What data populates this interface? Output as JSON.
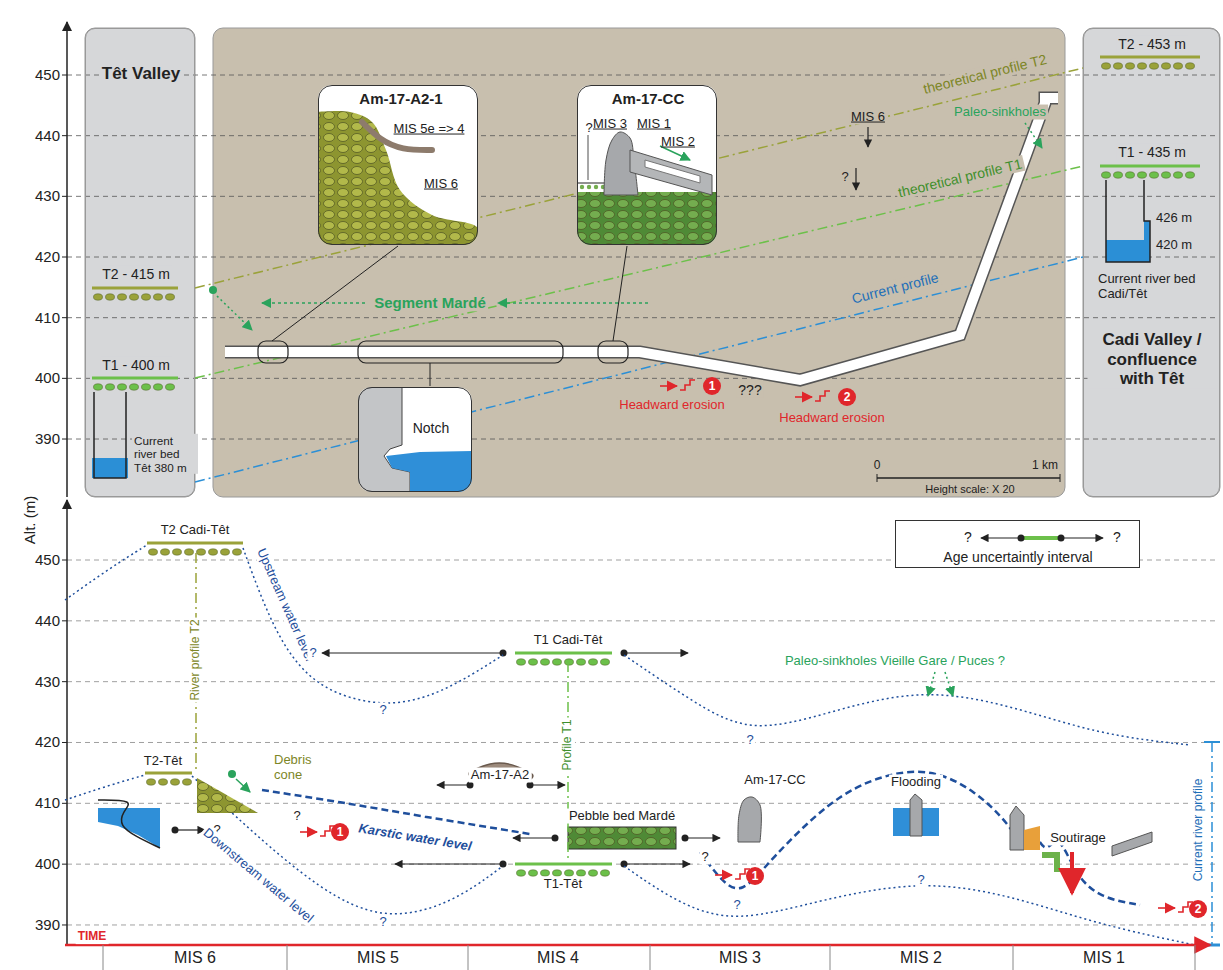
{
  "diagram": {
    "nodes": [
      {
        "text": [
          "Têt Valley",
          "T2 - 415 m",
          "T1 - 400 m",
          "Current river bed Têt 380 m"
        ]
      },
      {
        "text": [
          "T2 - 453 m",
          "T1 - 435 m",
          "426 m",
          "420 m",
          "Current river bed Cadi/Têt",
          "Cadi Valley / confluence with Têt"
        ]
      },
      {
        "text": [
          "Am-17-A2-1",
          "MIS 5e => 4",
          "MIS 6"
        ]
      },
      {
        "text": [
          "Am-17-CC",
          "MIS 3",
          "MIS 1",
          "MIS 2",
          "?"
        ]
      },
      {
        "text": [
          "Notch"
        ]
      }
    ],
    "labels": [
      "450",
      "440",
      "430",
      "420",
      "410",
      "400",
      "390",
      "Alt. (m)",
      "450",
      "440",
      "430",
      "420",
      "410",
      "400",
      "390",
      "theoretical profile T2",
      "theoretical profile T1",
      "Current profile",
      "Paleo-sinkholes",
      "MIS 6",
      "?",
      "Segment Mardé",
      "???",
      "Headward erosion",
      "1",
      "Headward erosion",
      "2",
      "0",
      "1 km",
      "Height scale: X 20",
      "T2 Cadi-Têt",
      "River profile T2",
      "Upstream water level",
      "?",
      "?",
      "T1 Cadi-Têt",
      "Profile T1",
      "?",
      "Paleo-sinkholes Vieille Gare / Puces ?",
      "T2-Têt",
      "Debris cone",
      "?",
      "?",
      "1",
      "Karstic water level",
      "Downstream water level",
      "?",
      "Am-17-A2",
      "Pebble bed Mardé",
      "T1-Têt",
      "?",
      "1",
      "Am-17-CC",
      "?",
      "Flooding",
      "?",
      "Soutirage",
      "2",
      "Current river profile",
      "TIME",
      "MIS 6",
      "MIS 5",
      "MIS 4",
      "MIS 3",
      "MIS 2",
      "MIS 1",
      "?",
      "?"
    ],
    "legend": [
      {
        "text": "Age uncertaintly interval"
      }
    ]
  }
}
